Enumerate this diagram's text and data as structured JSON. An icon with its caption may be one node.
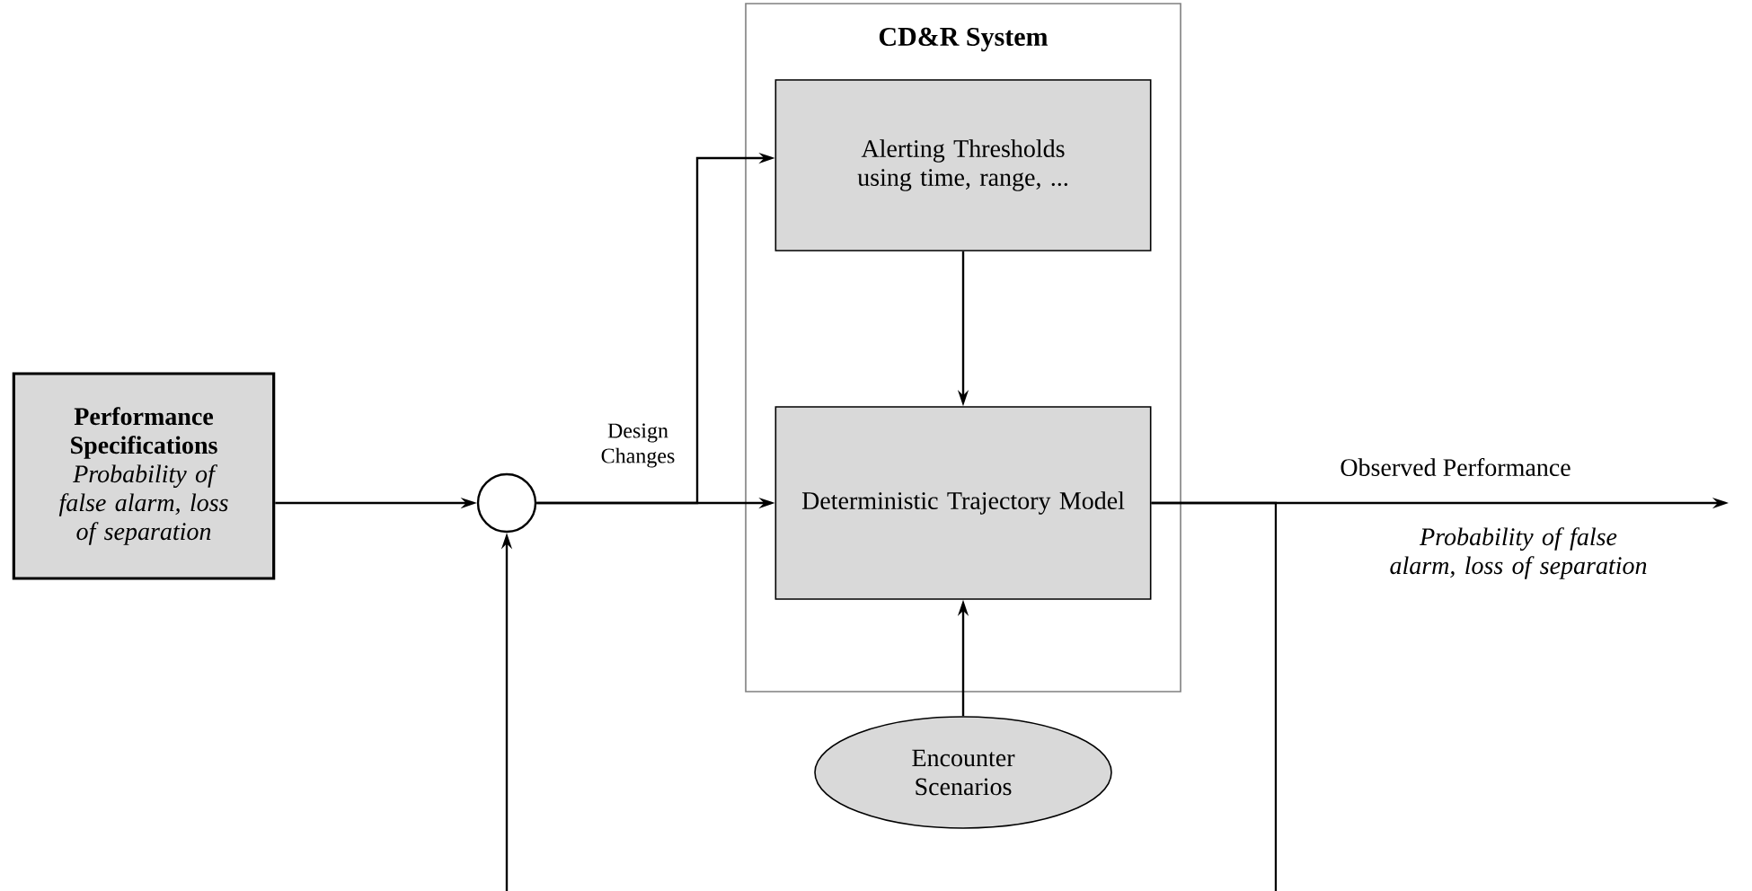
{
  "diagram": {
    "nodes": [
      {
        "text": [
          "Performance Specifications",
          "Probability of false alarm, loss of separation"
        ]
      },
      {
        "text": [],
        "shape": "circle"
      },
      {
        "text": [
          "CD&R System"
        ]
      },
      {
        "text": [
          "Alerting Thresholds using time, range, ..."
        ],
        "in": 2
      },
      {
        "text": [
          "Deterministic Trajectory Model"
        ],
        "in": 2
      },
      {
        "text": [
          "Encounter Scenarios"
        ]
      }
    ],
    "edges": [
      {
        "from": 0,
        "to": 1,
        "arrow": "to"
      },
      {
        "from": 1,
        "to": 4,
        "arrow": "to",
        "label": "Design Changes"
      },
      {
        "from": 1,
        "to": 3,
        "arrow": "to"
      },
      {
        "from": 3,
        "to": 4,
        "arrow": "to"
      },
      {
        "from": 5,
        "to": 4,
        "arrow": "to"
      },
      {
        "from": 4,
        "to": null,
        "arrow": "to",
        "label": "Observed Performance"
      },
      {
        "from": null,
        "to": 1,
        "arrow": "to"
      },
      {
        "from": 4,
        "to": null,
        "arrow": "none"
      }
    ],
    "labels": [
      "Probability of false alarm, loss of separation"
    ]
  }
}
